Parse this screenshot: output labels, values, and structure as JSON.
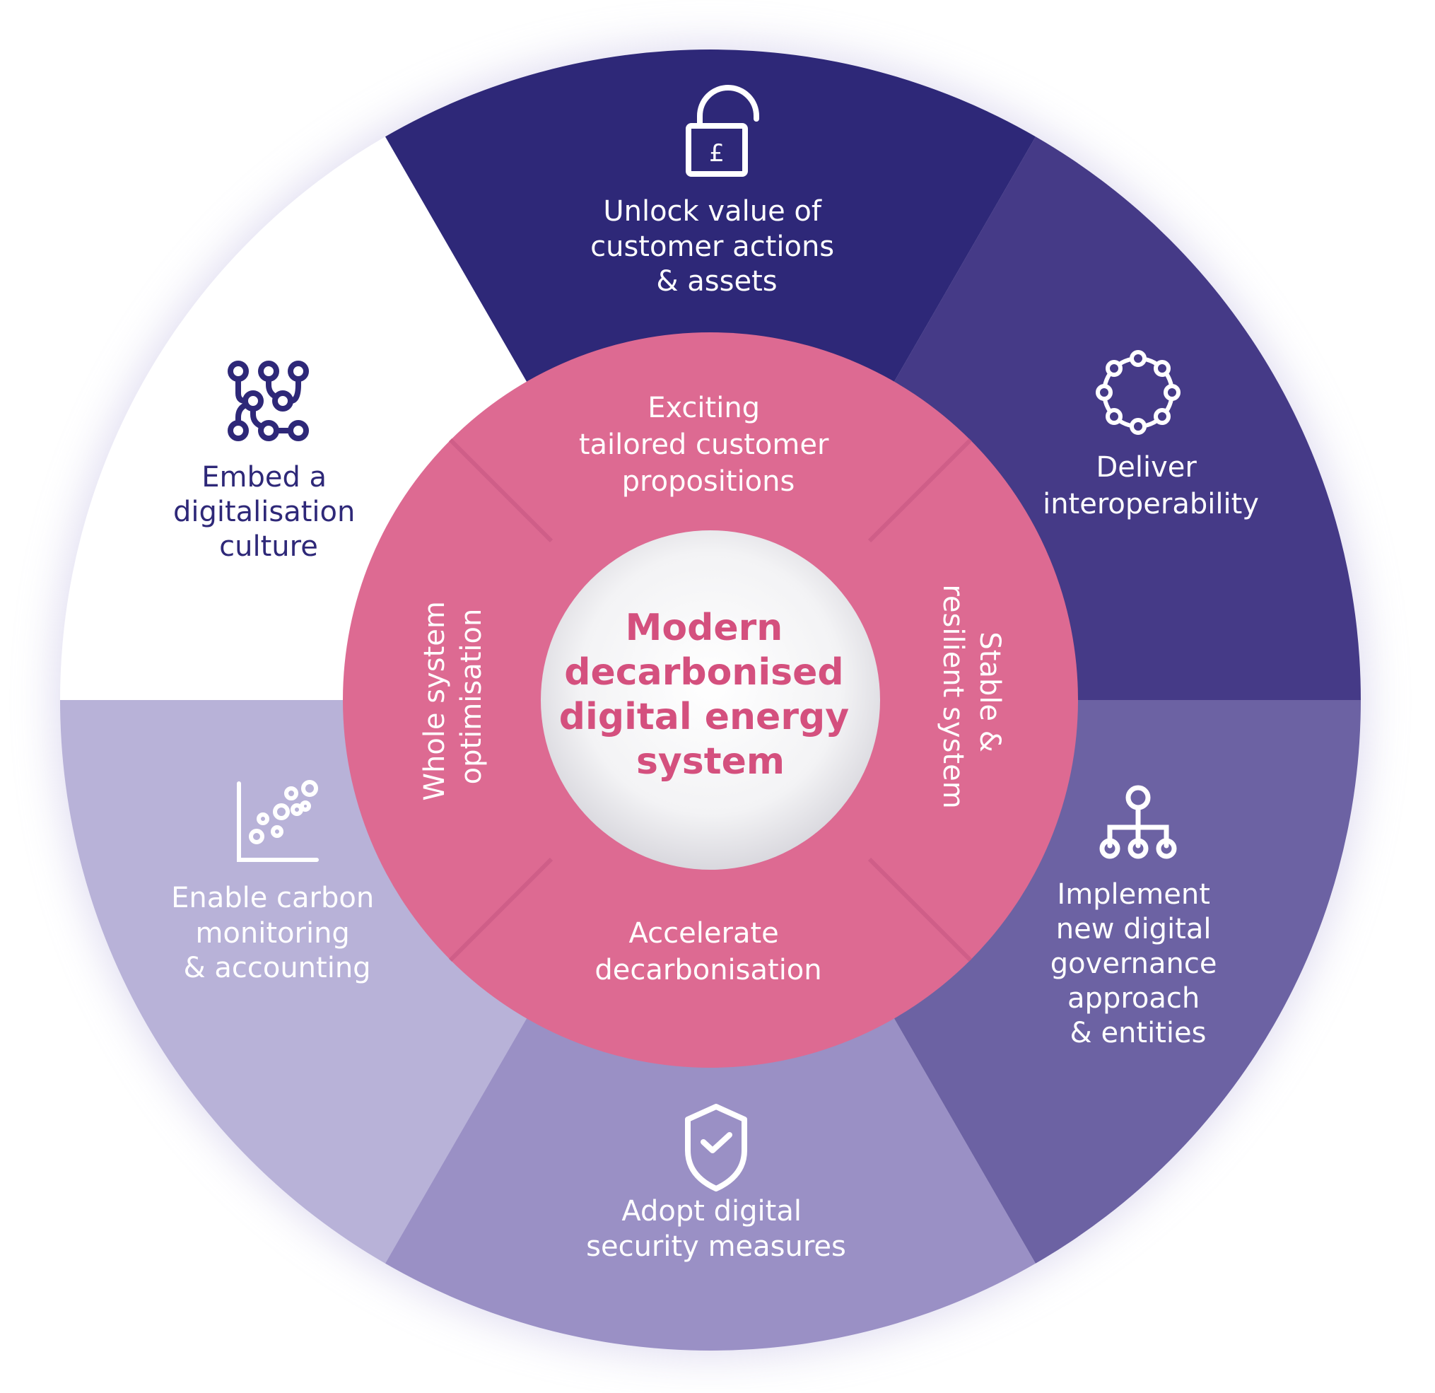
{
  "center": {
    "lines": [
      "Modern",
      "decarbonised",
      "digital energy",
      "system"
    ]
  },
  "inner_ring": [
    {
      "key": "top",
      "lines": [
        "Exciting",
        "tailored customer",
        "propositions"
      ]
    },
    {
      "key": "right",
      "lines": [
        "Stable &",
        "resilient system"
      ]
    },
    {
      "key": "bottom",
      "lines": [
        "Accelerate",
        "decarbonisation"
      ]
    },
    {
      "key": "left",
      "lines": [
        "Whole system",
        "optimisation"
      ]
    }
  ],
  "outer_ring": [
    {
      "key": "unlock",
      "icon": "padlock-pound-icon",
      "lines": [
        "Unlock value of",
        "customer actions",
        "& assets"
      ]
    },
    {
      "key": "interop",
      "icon": "network-ring-icon",
      "lines": [
        "Deliver",
        "interoperability"
      ]
    },
    {
      "key": "governance",
      "icon": "hierarchy-icon",
      "lines": [
        "Implement",
        "new digital",
        "governance",
        "approach",
        "& entities"
      ]
    },
    {
      "key": "security",
      "icon": "shield-check-icon",
      "lines": [
        "Adopt digital",
        "security measures"
      ]
    },
    {
      "key": "carbon",
      "icon": "scatter-plot-icon",
      "lines": [
        "Enable carbon",
        "monitoring",
        "& accounting"
      ]
    },
    {
      "key": "culture",
      "icon": "circuit-nodes-icon",
      "lines": [
        "Embed a",
        "digitalisation",
        "culture"
      ]
    }
  ],
  "colors": {
    "unlock": "#2e2878",
    "interop": "#453a87",
    "governance": "#6c62a3",
    "security": "#9a90c5",
    "carbon": "#b8b2d8",
    "culture": "#ffffff",
    "inner_ring": "#dd6a92",
    "center_text": "#d4507e",
    "dark_text": "#2e2878"
  }
}
